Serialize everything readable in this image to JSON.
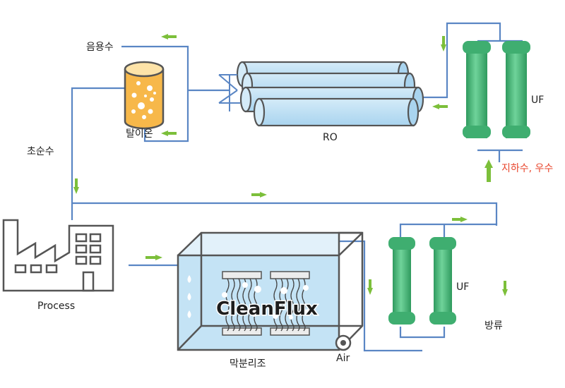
{
  "labels": {
    "product_water": "음용수",
    "deionizer": "탈이온",
    "ultrapure_water": "초순수",
    "ro": "RO",
    "uf_top": "UF",
    "source_water": "지하수, 우수",
    "process": "Process",
    "membrane_tank": "막분리조",
    "air": "Air",
    "uf_bottom": "UF",
    "discharge": "방류",
    "brand": "CleanFlux"
  },
  "colors": {
    "pipe": "#5a86c4",
    "arrow": "#7cbf3a",
    "membrane_green": "#4cb87a",
    "tank_water": "#c4e3f5",
    "highlight_text": "#e8452c"
  }
}
